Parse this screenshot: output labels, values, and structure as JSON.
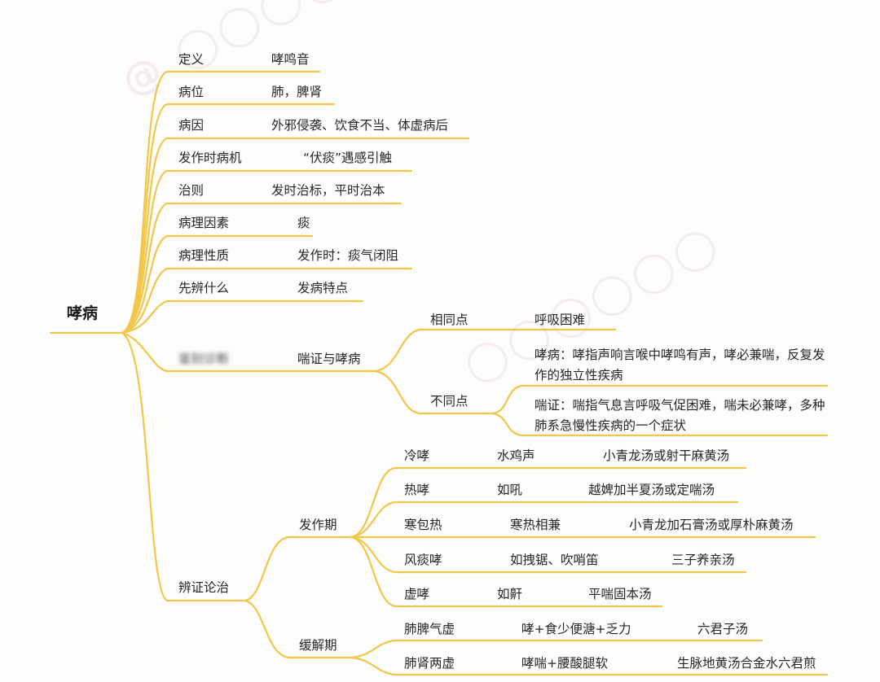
{
  "root": "哮病",
  "items": [
    {
      "label": "定义",
      "value": "哮鸣音"
    },
    {
      "label": "病位",
      "value": "肺，脾肾"
    },
    {
      "label": "病因",
      "value": "外邪侵袭、饮食不当、体虚病后"
    },
    {
      "label": "发作时病机",
      "value": "“伏痰”遇感引触"
    },
    {
      "label": "治则",
      "value": "发时治标，平时治本"
    },
    {
      "label": "病理因素",
      "value": "痰"
    },
    {
      "label": "病理性质",
      "value": "发作时：痰气闭阻"
    },
    {
      "label": "先辨什么",
      "value": "发病特点"
    }
  ],
  "diff": {
    "label": "鉴别诊断",
    "topic": "喘证与哮病",
    "same": {
      "label": "相同点",
      "value": "呼吸困难"
    },
    "different": {
      "label": "不同点",
      "values": [
        "哮病：哮指声响言喉中哮鸣有声，哮必兼喘，反复发作的独立性疾病",
        "喘证：喘指气息言呼吸气促困难，喘未必兼哮，多种肺系急慢性疾病的一个症状"
      ]
    }
  },
  "treatment": {
    "label": "辨证论治",
    "attack": {
      "label": "发作期",
      "rows": [
        {
          "type": "冷哮",
          "sign": "水鸡声",
          "formula": "小青龙汤或射干麻黄汤"
        },
        {
          "type": "热哮",
          "sign": "如吼",
          "formula": "越婢加半夏汤或定喘汤"
        },
        {
          "type": "寒包热",
          "sign": "寒热相兼",
          "formula": "小青龙加石膏汤或厚朴麻黄汤"
        },
        {
          "type": "风痰哮",
          "sign": "如拽锯、吹哨笛",
          "formula": "三子养亲汤"
        },
        {
          "type": "虚哮",
          "sign": "如鼾",
          "formula": "平喘固本汤"
        }
      ]
    },
    "remission": {
      "label": "缓解期",
      "rows": [
        {
          "type": "肺脾气虚",
          "sign": "哮+食少便溏+乏力",
          "formula": "六君子汤"
        },
        {
          "type": "肺肾两虚",
          "sign": "哮喘+腰酸腿软",
          "formula": "生脉地黄汤合金水六君煎"
        }
      ]
    }
  }
}
